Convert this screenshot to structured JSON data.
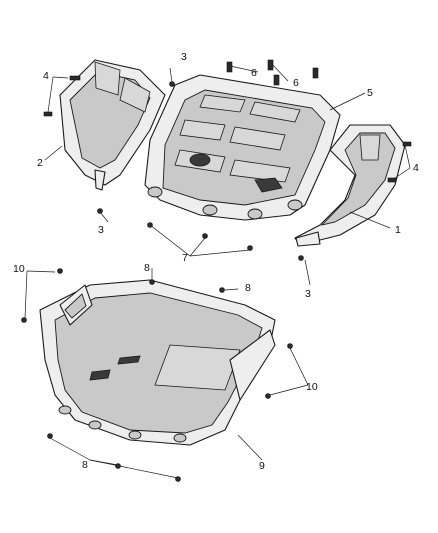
{
  "callouts": [
    {
      "id": "c1",
      "label": "1"
    },
    {
      "id": "c2",
      "label": "2"
    },
    {
      "id": "c3a",
      "label": "3"
    },
    {
      "id": "c3b",
      "label": "3"
    },
    {
      "id": "c3c",
      "label": "3"
    },
    {
      "id": "c4a",
      "label": "4"
    },
    {
      "id": "c4b",
      "label": "4"
    },
    {
      "id": "c5",
      "label": "5"
    },
    {
      "id": "c6a",
      "label": "6"
    },
    {
      "id": "c6b",
      "label": "6"
    },
    {
      "id": "c7",
      "label": "7"
    },
    {
      "id": "c8a",
      "label": "8"
    },
    {
      "id": "c8b",
      "label": "8"
    },
    {
      "id": "c8c",
      "label": "8"
    },
    {
      "id": "c9",
      "label": "9"
    },
    {
      "id": "c10a",
      "label": "10"
    },
    {
      "id": "c10b",
      "label": "10"
    }
  ]
}
